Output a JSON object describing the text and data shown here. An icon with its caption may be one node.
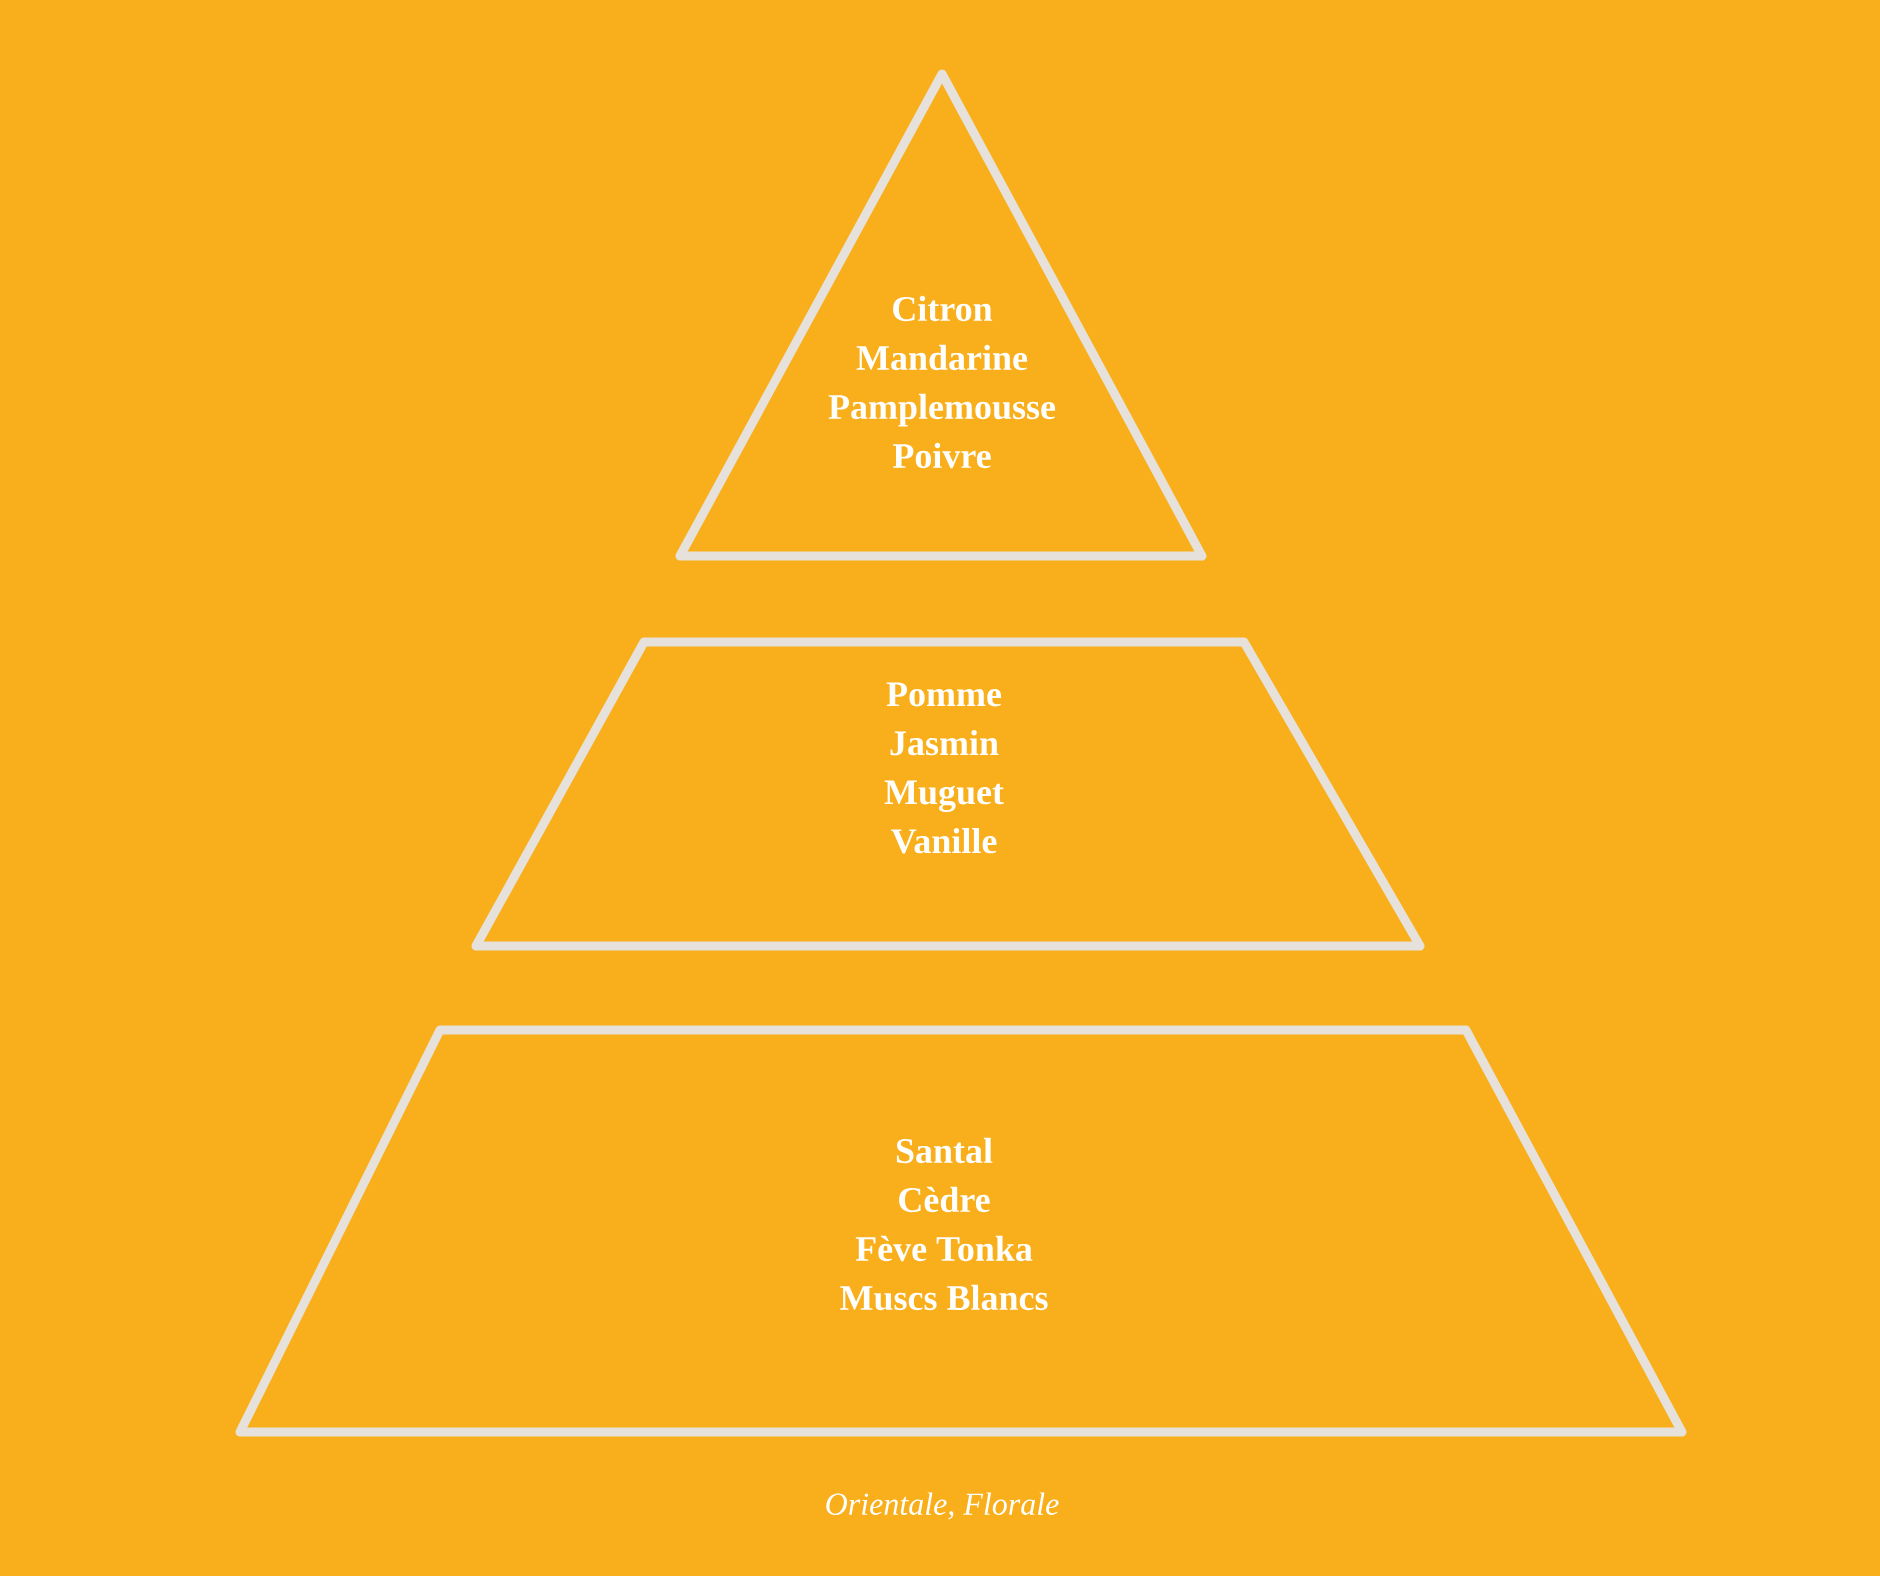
{
  "diagram": {
    "caption": "Orientale, Florale",
    "nodes": [
      {
        "text": [
          "Citron",
          "Mandarine",
          "Pamplemousse",
          "Poivre"
        ]
      },
      {
        "text": [
          "Pomme",
          "Jasmin",
          "Muguet",
          "Vanille"
        ]
      },
      {
        "text": [
          "Santal",
          "Cèdre",
          "Fève Tonka",
          "Muscs Blancs"
        ]
      }
    ]
  }
}
